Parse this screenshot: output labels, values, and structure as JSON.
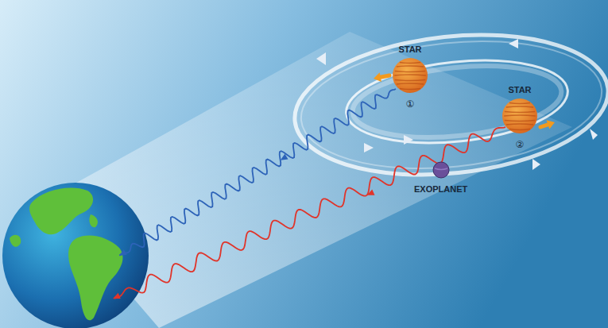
{
  "diagram": {
    "nodes": [
      {
        "text": [
          "STAR",
          "①"
        ]
      },
      {
        "text": [
          "STAR",
          "②"
        ]
      },
      {
        "text": [
          "EXOPLANET"
        ]
      }
    ]
  }
}
